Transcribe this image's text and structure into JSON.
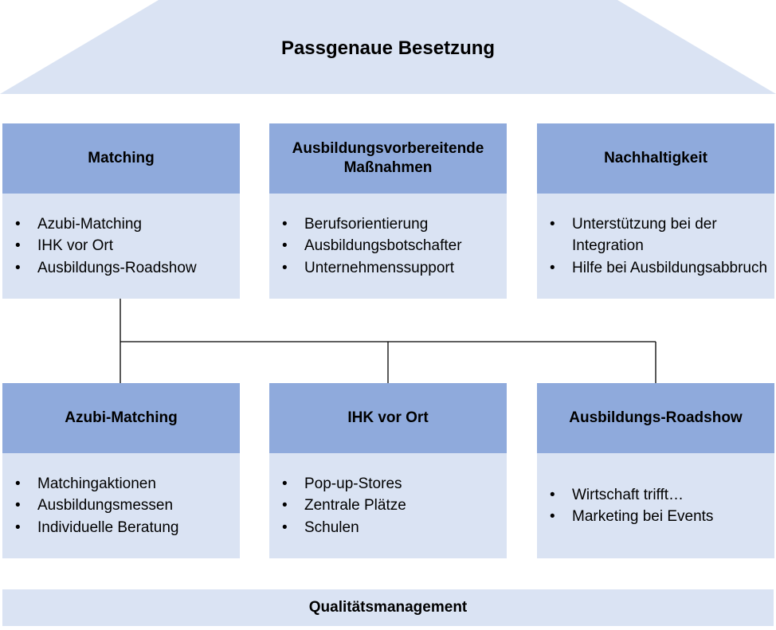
{
  "roof": {
    "title": "Passgenaue Besetzung"
  },
  "top_boxes": [
    {
      "title": "Matching",
      "items": [
        "Azubi-Matching",
        "IHK vor Ort",
        "Ausbildungs-Roadshow"
      ]
    },
    {
      "title": "Ausbildungsvorbereitende Maßnahmen",
      "items": [
        "Berufsorientierung",
        "Ausbildungsbotschafter",
        "Unternehmenssupport"
      ]
    },
    {
      "title": "Nachhaltigkeit",
      "items": [
        "Unterstützung bei der Integration",
        "Hilfe bei Ausbildungsabbruch"
      ]
    }
  ],
  "bottom_boxes": [
    {
      "title": "Azubi-Matching",
      "items": [
        "Matchingaktionen",
        "Ausbildungsmessen",
        "Individuelle Beratung"
      ]
    },
    {
      "title": "IHK vor Ort",
      "items": [
        "Pop-up-Stores",
        "Zentrale Plätze",
        "Schulen"
      ]
    },
    {
      "title": "Ausbildungs-Roadshow",
      "items": [
        "Wirtschaft trifft…",
        "Marketing bei Events"
      ]
    }
  ],
  "foundation": {
    "title": "Qualitätsmanagement"
  },
  "colors": {
    "header_fill": "#8faadc",
    "body_fill": "#dae3f3",
    "line": "#000000"
  }
}
